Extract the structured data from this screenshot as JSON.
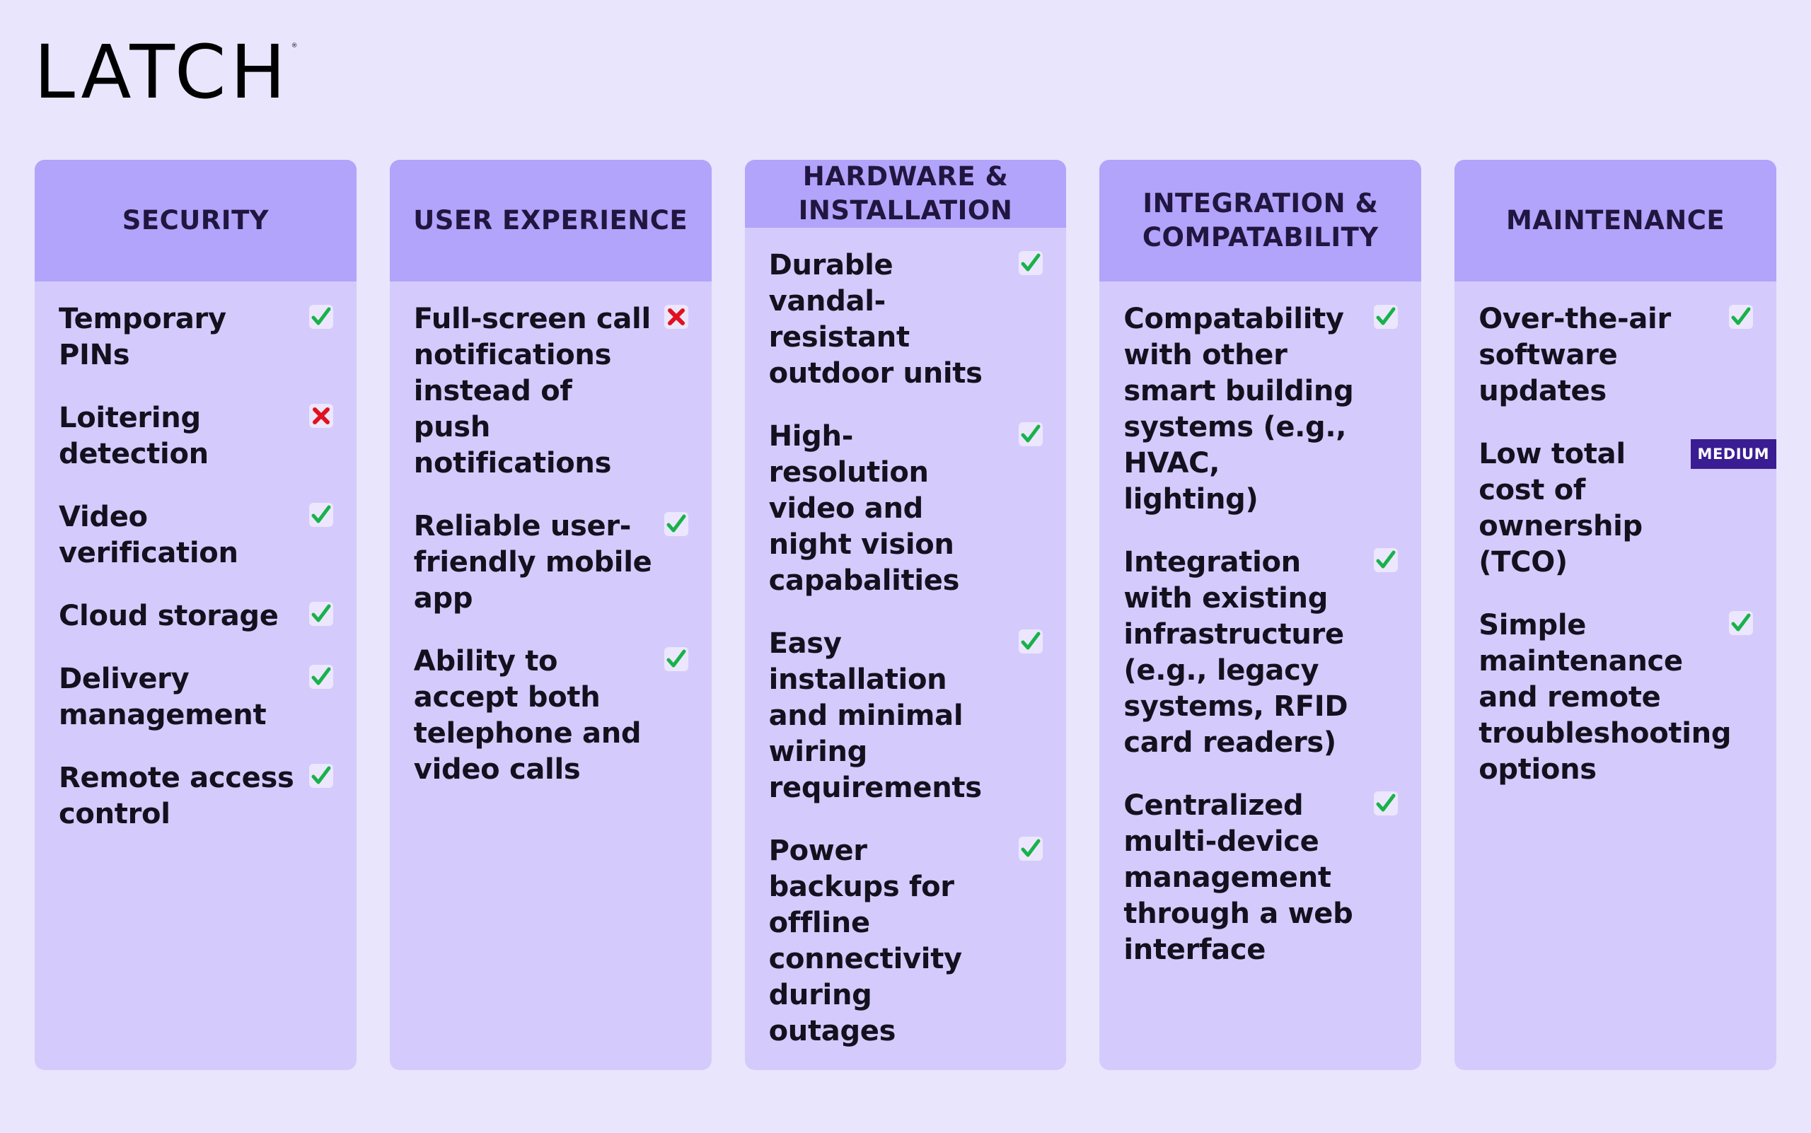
{
  "brand": {
    "name": "LATCH",
    "mark": "®"
  },
  "colors": {
    "background": "#e9e5fc",
    "column": "#d4cbfc",
    "column_header": "#b2a3fb",
    "check": "#18b24a",
    "cross": "#e0121f",
    "badge": "#3a1d92"
  },
  "columns": [
    {
      "title": "SECURITY",
      "items": [
        {
          "text": "Temporary PINs",
          "status": "check"
        },
        {
          "text": "Loitering detection",
          "status": "cross"
        },
        {
          "text": "Video verification",
          "status": "check"
        },
        {
          "text": "Cloud storage",
          "status": "check"
        },
        {
          "text": "Delivery management",
          "status": "check"
        },
        {
          "text": "Remote access control",
          "status": "check"
        }
      ]
    },
    {
      "title": "USER EXPERIENCE",
      "items": [
        {
          "text": "Full-screen call notifications instead of push notifications",
          "status": "cross"
        },
        {
          "text": "Reliable user-friendly mobile app",
          "status": "check"
        },
        {
          "text": "Ability to accept both telephone and video calls",
          "status": "check"
        }
      ]
    },
    {
      "title": "HARDWARE & INSTALLATION",
      "items": [
        {
          "text": "Durable vandal-resistant outdoor units",
          "status": "check"
        },
        {
          "text": "High-resolution video and night vision capabalities",
          "status": "check"
        },
        {
          "text": "Easy installation and minimal wiring requirements",
          "status": "check"
        },
        {
          "text": "Power backups for offline connectivity during outages",
          "status": "check"
        }
      ]
    },
    {
      "title": "INTEGRATION & COMPATABILITY",
      "items": [
        {
          "text": "Compatability with other smart building systems (e.g., HVAC, lighting)",
          "status": "check"
        },
        {
          "text": "Integration with existing infrastructure (e.g., legacy systems, RFID card readers)",
          "status": "check"
        },
        {
          "text": "Centralized multi-device management through a web interface",
          "status": "check"
        }
      ]
    },
    {
      "title": "MAINTENANCE",
      "items": [
        {
          "text": "Over-the-air software updates",
          "status": "check"
        },
        {
          "text": "Low total cost of ownership (TCO)",
          "status": "badge",
          "badge": "MEDIUM"
        },
        {
          "text": "Simple maintenance and remote troubleshooting options",
          "status": "check"
        }
      ]
    }
  ]
}
